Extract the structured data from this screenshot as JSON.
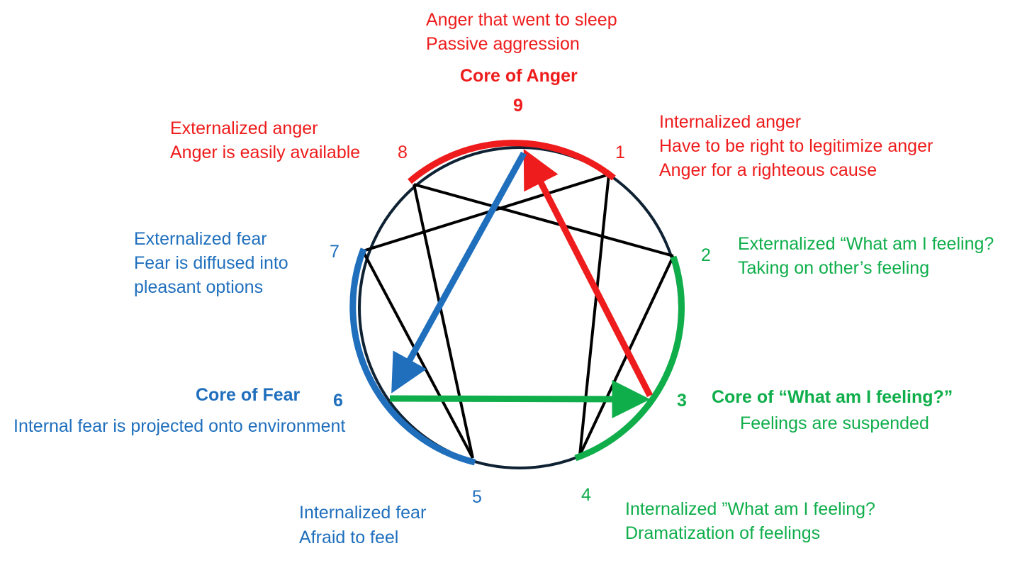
{
  "colors": {
    "anger": "#ee1c1c",
    "fear": "#1f6fbd",
    "feeling": "#0fae4b",
    "outline": "#0f2233",
    "lines": "#000000"
  },
  "points": {
    "p1": "1",
    "p2": "2",
    "p3": "3",
    "p4": "4",
    "p5": "5",
    "p6": "6",
    "p7": "7",
    "p8": "8",
    "p9": "9"
  },
  "labels": {
    "top_line1": "Anger that went to sleep",
    "top_line2": "Passive aggression",
    "core_anger": "Core of Anger",
    "p8_line1": "Externalized anger",
    "p8_line2": "Anger is easily available",
    "p1_line1": "Internalized anger",
    "p1_line2": "Have to be right to legitimize anger",
    "p1_line3": "Anger for a righteous cause",
    "p7_line1": "Externalized fear",
    "p7_line2": "Fear is diffused into",
    "p7_line3": "pleasant options",
    "p2_line1": "Externalized “What am I feeling?",
    "p2_line2": "Taking on other’s feeling",
    "core_fear": "Core of Fear",
    "p6_line1": "Internal fear is projected onto environment",
    "core_feeling": "Core of “What am I feeling?”",
    "p3_line1": "Feelings are suspended",
    "p5_line1": "Internalized fear",
    "p5_line2": "Afraid to feel",
    "p4_line1": "Internalized ”What am I feeling?",
    "p4_line2": "Dramatization of feelings"
  }
}
